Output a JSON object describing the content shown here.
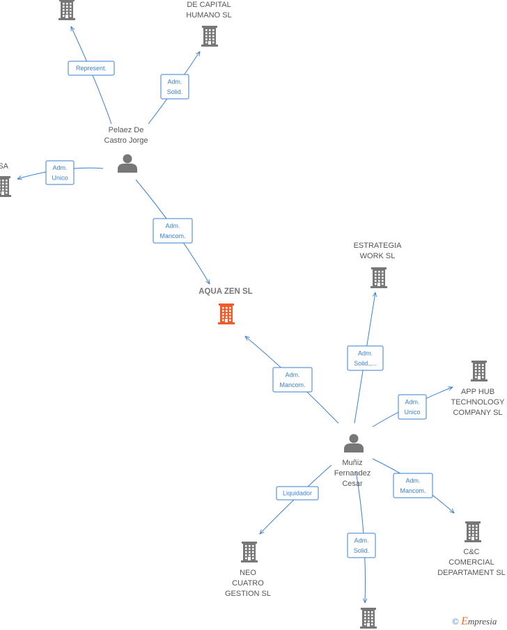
{
  "colors": {
    "edge": "#3a7fd4",
    "company": "#777777",
    "main_company": "#f15a29",
    "person": "#777777",
    "label": "#555555"
  },
  "nodes": [
    {
      "id": "top_company",
      "type": "company",
      "label": []
    },
    {
      "id": "capital_humano",
      "type": "company",
      "label": [
        "DE CAPITAL",
        "HUMANO  SL"
      ]
    },
    {
      "id": "left_sa",
      "type": "company",
      "label": [
        "Z SA"
      ]
    },
    {
      "id": "pelaez",
      "type": "person",
      "label": [
        "Pelaez De",
        "Castro Jorge"
      ]
    },
    {
      "id": "aqua_zen",
      "type": "main",
      "label": [
        "AQUA ZEN  SL"
      ]
    },
    {
      "id": "estrategia",
      "type": "company",
      "label": [
        "ESTRATEGIA",
        "WORK  SL"
      ]
    },
    {
      "id": "app_hub",
      "type": "company",
      "label": [
        "APP HUB",
        "TECHNOLOGY",
        "COMPANY  SL"
      ]
    },
    {
      "id": "muniz",
      "type": "person",
      "label": [
        "Muñiz",
        "Fernandez",
        "Cesar"
      ]
    },
    {
      "id": "neo_cuatro",
      "type": "company",
      "label": [
        "NEO",
        "CUATRO",
        "GESTION  SL"
      ]
    },
    {
      "id": "cc_comercial",
      "type": "company",
      "label": [
        "C&C",
        "COMERCIAL",
        "DEPARTAMENT SL"
      ]
    },
    {
      "id": "bottom_company",
      "type": "company",
      "label": []
    }
  ],
  "edges": [
    {
      "id": "e1",
      "from": "pelaez",
      "to": "top_company",
      "label": [
        "Represent."
      ]
    },
    {
      "id": "e2",
      "from": "pelaez",
      "to": "capital_humano",
      "label": [
        "Adm.",
        "Solid."
      ]
    },
    {
      "id": "e3",
      "from": "pelaez",
      "to": "left_sa",
      "label": [
        "Adm.",
        "Unico"
      ]
    },
    {
      "id": "e4",
      "from": "pelaez",
      "to": "aqua_zen",
      "label": [
        "Adm.",
        "Mancom."
      ]
    },
    {
      "id": "e5",
      "from": "muniz",
      "to": "aqua_zen",
      "label": [
        "Adm.",
        "Mancom."
      ]
    },
    {
      "id": "e6",
      "from": "muniz",
      "to": "estrategia",
      "label": [
        "Adm.",
        "Solid.,..."
      ]
    },
    {
      "id": "e7",
      "from": "muniz",
      "to": "app_hub",
      "label": [
        "Adm.",
        "Unico"
      ]
    },
    {
      "id": "e8",
      "from": "muniz",
      "to": "neo_cuatro",
      "label": [
        "Liquidador"
      ]
    },
    {
      "id": "e9",
      "from": "muniz",
      "to": "cc_comercial",
      "label": [
        "Adm.",
        "Mancom."
      ]
    },
    {
      "id": "e10",
      "from": "muniz",
      "to": "bottom_company",
      "label": [
        "Adm.",
        "Solid."
      ]
    }
  ],
  "watermark": {
    "copyright": "©",
    "brand_initial": "E",
    "brand_rest": "mpresia"
  }
}
